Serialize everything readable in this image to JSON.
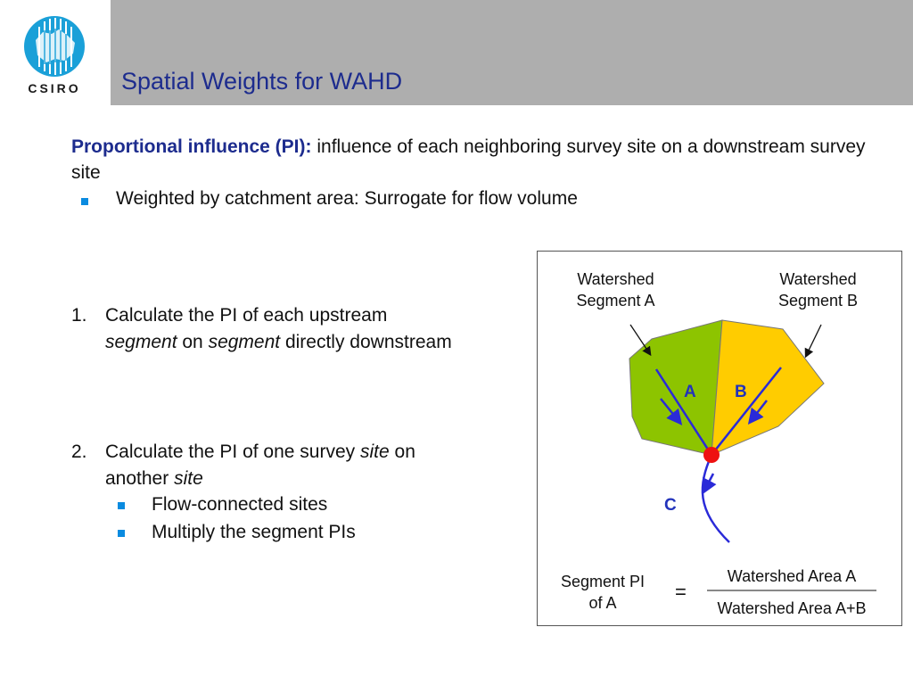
{
  "header": {
    "logo_text": "CSIRO",
    "title": "Spatial Weights for WAHD"
  },
  "intro": {
    "term": "Proportional influence (PI):",
    "definition": " influence of each neighboring survey site on a downstream survey site",
    "bullet": "Weighted by catchment area: Surrogate for flow volume"
  },
  "steps": [
    {
      "number": "1.",
      "line1": "Calculate the PI of each upstream",
      "line2_parts": [
        "segment",
        " on ",
        "segment",
        " directly downstream"
      ]
    },
    {
      "number": "2.",
      "line1_parts": [
        "Calculate the PI of one survey ",
        "site",
        " on"
      ],
      "line2_parts": [
        "another ",
        "site"
      ],
      "bullets": [
        "Flow-connected sites",
        "Multiply the segment PIs"
      ]
    }
  ],
  "diagram": {
    "label_a_line1": "Watershed",
    "label_a_line2": "Segment A",
    "label_b_line1": "Watershed",
    "label_b_line2": "Segment B",
    "letter_a": "A",
    "letter_b": "B",
    "letter_c": "C",
    "formula_left_line1": "Segment PI",
    "formula_left_line2": "of A",
    "equals": "=",
    "numerator": "Watershed Area A",
    "denominator": "Watershed Area A+B",
    "colors": {
      "segment_a": "#8dc400",
      "segment_b": "#ffcc00",
      "stream": "#2a2ad8",
      "junction": "#ee1111",
      "letters": "#2233bb"
    }
  },
  "colors": {
    "header_bg": "#aeaeae",
    "title": "#1d2c8e",
    "bullet": "#0a8be0",
    "logo_blue": "#1aa0d8"
  }
}
